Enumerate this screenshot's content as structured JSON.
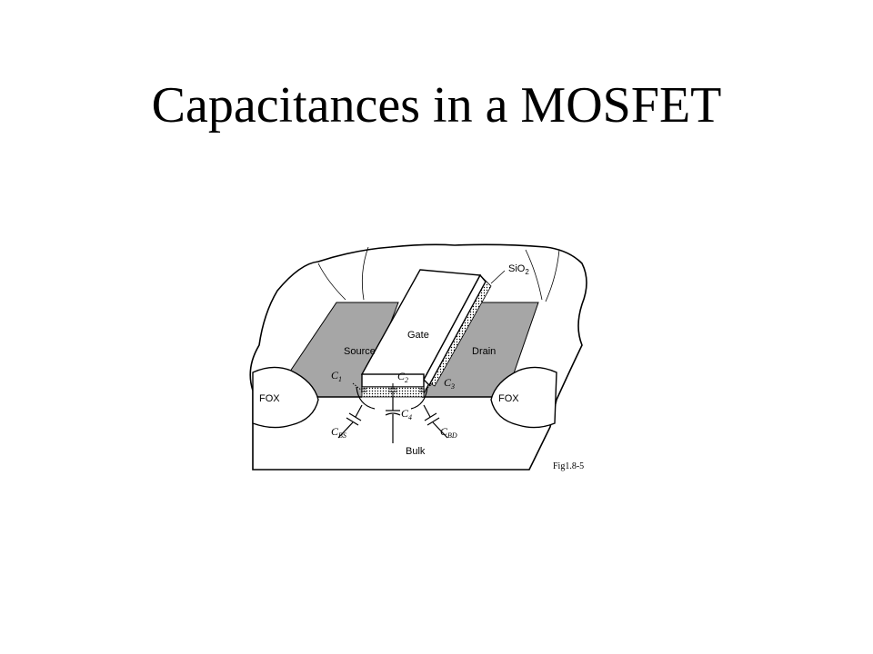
{
  "slide": {
    "title": "Capacitances in a MOSFET"
  },
  "diagram": {
    "labels": {
      "gate": "Gate",
      "source": "Source",
      "drain": "Drain",
      "oxide": "SiO",
      "oxide_sub": "2",
      "fox_left": "FOX",
      "fox_right": "FOX",
      "bulk": "Bulk",
      "figure_ref": "Fig1.8-5"
    },
    "capacitors": [
      {
        "main": "C",
        "sub": "1"
      },
      {
        "main": "C",
        "sub": "2"
      },
      {
        "main": "C",
        "sub": "3"
      },
      {
        "main": "C",
        "sub": "4"
      },
      {
        "main": "C",
        "sub": "BS"
      },
      {
        "main": "C",
        "sub": "BD"
      }
    ],
    "colors": {
      "diffusion": "#a6a6a6",
      "line": "#000000",
      "background": "#ffffff",
      "gate_oxide": "#cfcfcf"
    }
  }
}
